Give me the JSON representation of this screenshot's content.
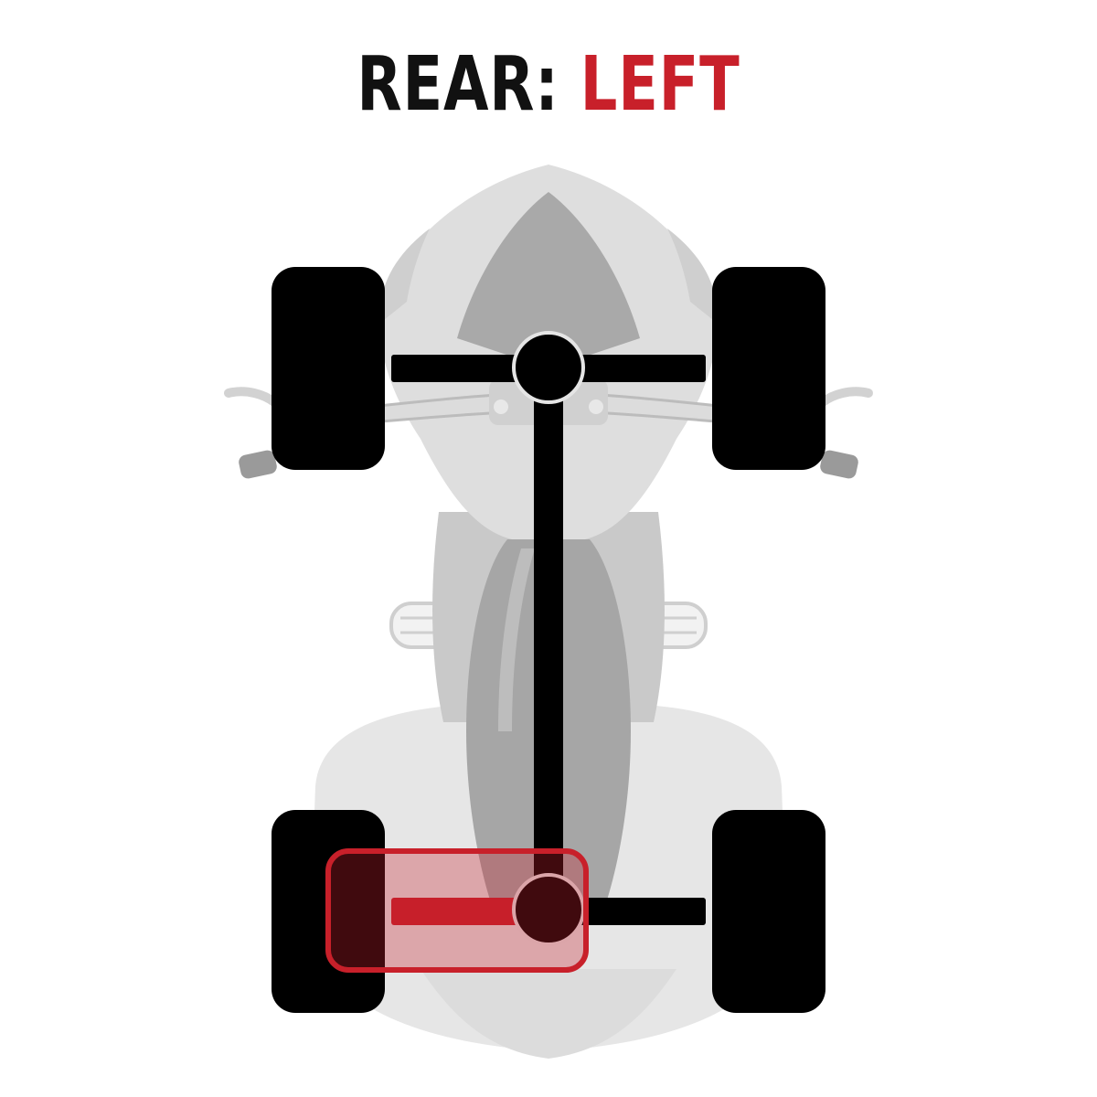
{
  "title": {
    "prefix": "REAR: ",
    "highlight": "LEFT"
  },
  "colors": {
    "highlight": "#c8202a",
    "drivetrain": "#000000",
    "body_light": "#e4e4e4",
    "body_mid": "#cfcfcf",
    "body_dark": "#a8a8a8"
  },
  "diagram": {
    "highlighted_component": "rear-left-axle",
    "icons": [
      "atv-body-silhouette",
      "wheel-icon",
      "axle-icon",
      "differential-icon",
      "driveshaft-icon"
    ]
  }
}
